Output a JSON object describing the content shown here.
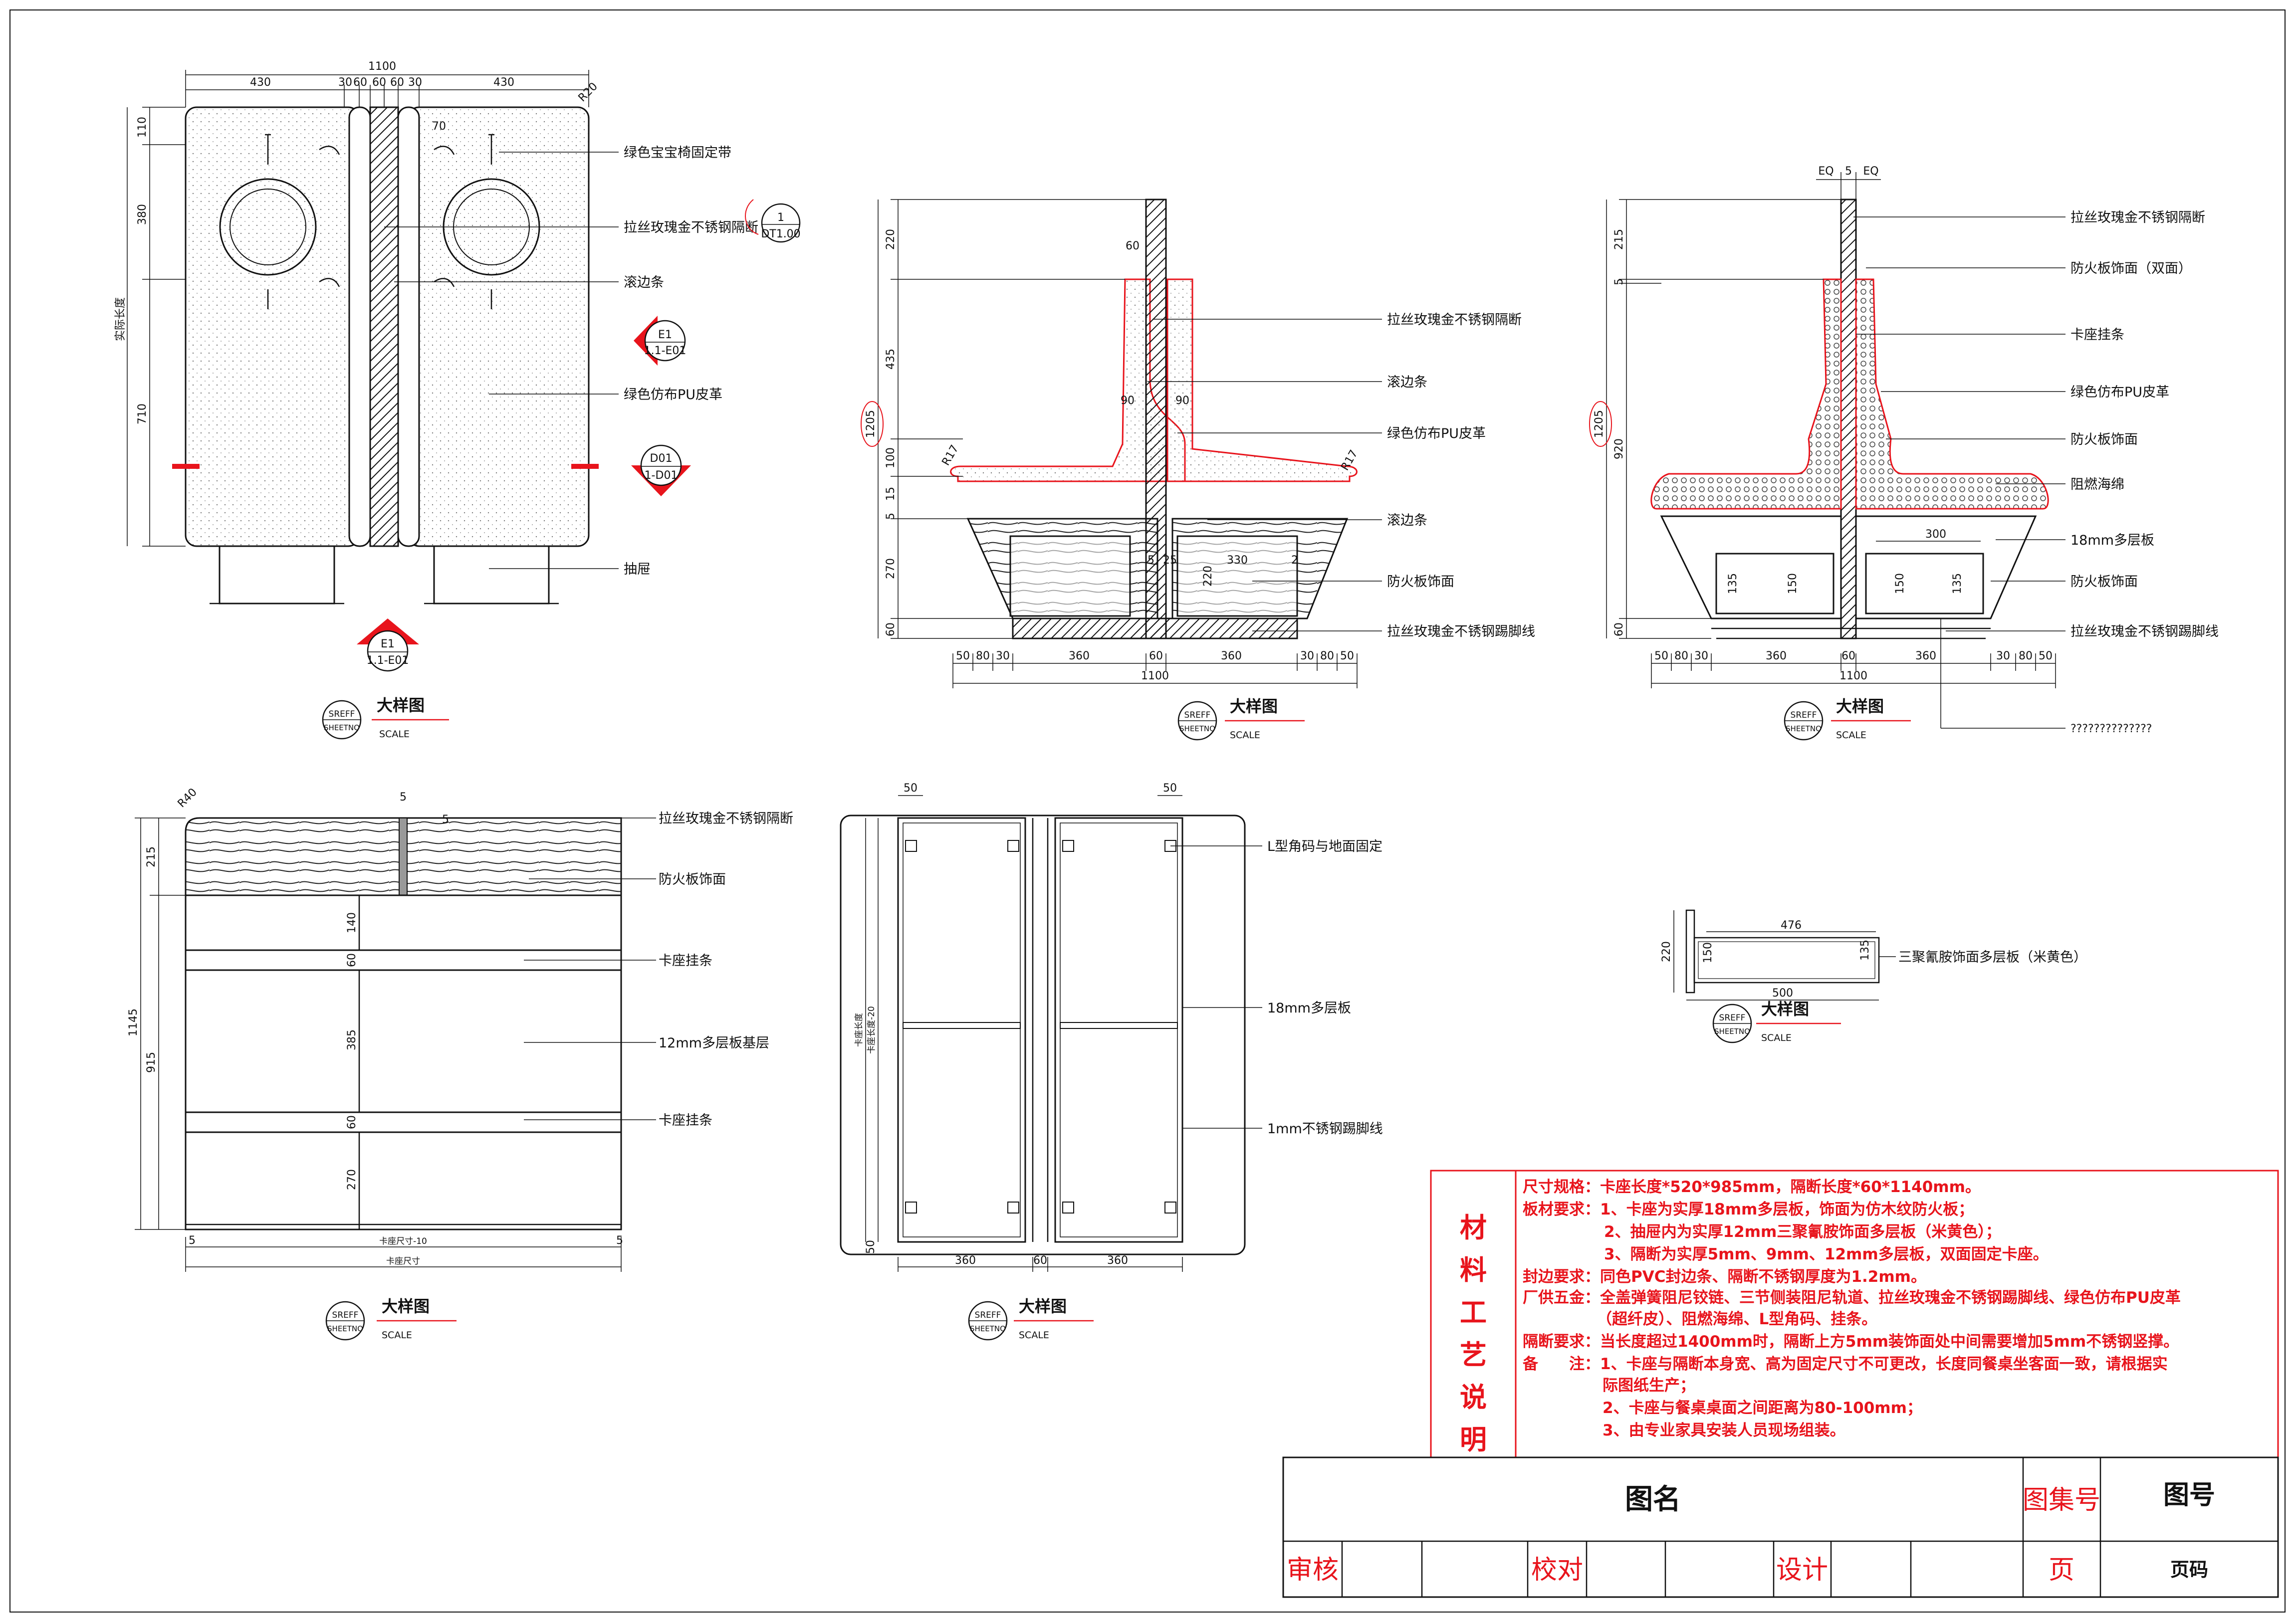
{
  "colors": {
    "ink": "#111111",
    "accent_red": "#e8141c",
    "paper": "#ffffff"
  },
  "callouts": {
    "v1": [
      "绿色宝宝椅固定带",
      "拉丝玫瑰金不锈钢隔断",
      "滚边条",
      "绿色仿布PU皮革",
      "抽屉"
    ],
    "v2": [
      "拉丝玫瑰金不锈钢隔断",
      "滚边条",
      "绿色仿布PU皮革",
      "滚边条",
      "防火板饰面",
      "拉丝玫瑰金不锈钢踢脚线"
    ],
    "v3": [
      "拉丝玫瑰金不锈钢隔断",
      "防火板饰面（双面）",
      "卡座挂条",
      "绿色仿布PU皮革",
      "防火板饰面",
      "阻燃海绵",
      "18mm多层板",
      "防火板饰面",
      "拉丝玫瑰金不锈钢踢脚线",
      "??????????????"
    ],
    "v4": [
      "拉丝玫瑰金不锈钢隔断",
      "防火板饰面",
      "卡座挂条",
      "12mm多层板基层",
      "卡座挂条"
    ],
    "v5": [
      "L型角码与地面固定",
      "18mm多层板",
      "1mm不锈钢踢脚线"
    ],
    "v6": [
      "三聚氰胺饰面多层板（米黄色）"
    ]
  },
  "dims": {
    "v1_top": [
      "1100",
      "430",
      "30",
      "60",
      "60",
      "60",
      "30",
      "430"
    ],
    "v1_left": [
      "110",
      "380",
      "710"
    ],
    "v1_misc": [
      "R20",
      "70",
      "实际长度"
    ],
    "v2_left": [
      "220",
      "435",
      "100",
      "15",
      "5",
      "270",
      "60"
    ],
    "v2_total": "1205",
    "v2_inner": [
      "60",
      "90",
      "90",
      "R17",
      "R17",
      "5",
      "25",
      "330",
      "220",
      "2"
    ],
    "v2_bottom": [
      "50",
      "80",
      "30",
      "360",
      "60",
      "360",
      "30",
      "80",
      "50"
    ],
    "v2_width": "1100",
    "v3_top": [
      "EQ",
      "5",
      "EQ"
    ],
    "v3_left": [
      "215",
      "5",
      "920",
      "60"
    ],
    "v3_total": "1205",
    "v3_inner": [
      "300",
      "135",
      "150",
      "150",
      "135"
    ],
    "v3_bottom": [
      "50",
      "80",
      "30",
      "360",
      "60",
      "360",
      "30",
      "80",
      "50"
    ],
    "v3_width": "1100",
    "v4_left": [
      "215",
      "1145",
      "915"
    ],
    "v4_inner": [
      "140",
      "60",
      "385",
      "60",
      "270",
      "R40",
      "5",
      "5"
    ],
    "v4_bottom": [
      "卡座尺寸-10",
      "卡座尺寸",
      "5",
      "5"
    ],
    "v5_top": [
      "50",
      "50"
    ],
    "v5_left": [
      "卡座长度",
      "卡座长度-20",
      "50"
    ],
    "v5_bottom": [
      "360",
      "60",
      "360"
    ],
    "v6": [
      "220",
      "476",
      "150",
      "135",
      "500"
    ]
  },
  "tags": {
    "section_1": {
      "num": "1",
      "sheet": "DT1.00"
    },
    "e1_top": {
      "num": "E1",
      "sheet": "1.1-E01"
    },
    "d01": {
      "num": "D01",
      "sheet": "1-D01"
    },
    "e1_bottom": {
      "num": "E1",
      "sheet": "1.1-E01"
    }
  },
  "detail_label": {
    "bubble_top": "SREFF",
    "bubble_bottom": "SHEETNO",
    "title": "大样图",
    "scale": "SCALE"
  },
  "notes": {
    "heading": "材料工艺说明",
    "lines": [
      "尺寸规格：卡座长度*520*985mm，隔断长度*60*1140mm。",
      "板材要求：1、卡座为实厚18mm多层板，饰面为仿木纹防火板；",
      "2、抽屉内为实厚12mm三聚氰胺饰面多层板（米黄色）；",
      "3、隔断为实厚5mm、9mm、12mm多层板，双面固定卡座。",
      "封边要求：同色PVC封边条、隔断不锈钢厚度为1.2mm。",
      "厂供五金：全盖弹簧阻尼铰链、三节侧装阻尼轨道、拉丝玫瑰金不锈钢踢脚线、绿色仿布PU皮革",
      "（超纤皮）、阻燃海绵、L型角码、挂条。",
      "隔断要求：当长度超过1400mm时，隔断上方5mm装饰面处中间需要增加5mm不锈钢竖撑。",
      "备　　注：1、卡座与隔断本身宽、高为固定尺寸不可更改，长度同餐桌坐客面一致，请根据实",
      "际图纸生产；",
      "2、卡座与餐桌桌面之间距离为80-100mm；",
      "3、由专业家具安装人员现场组装。"
    ]
  },
  "title_block": {
    "drawing_name": "图名",
    "atlas_no": "图集号",
    "drawing_no": "图号",
    "review": "审核",
    "check": "校对",
    "design": "设计",
    "page": "页",
    "page_code": "页码"
  }
}
